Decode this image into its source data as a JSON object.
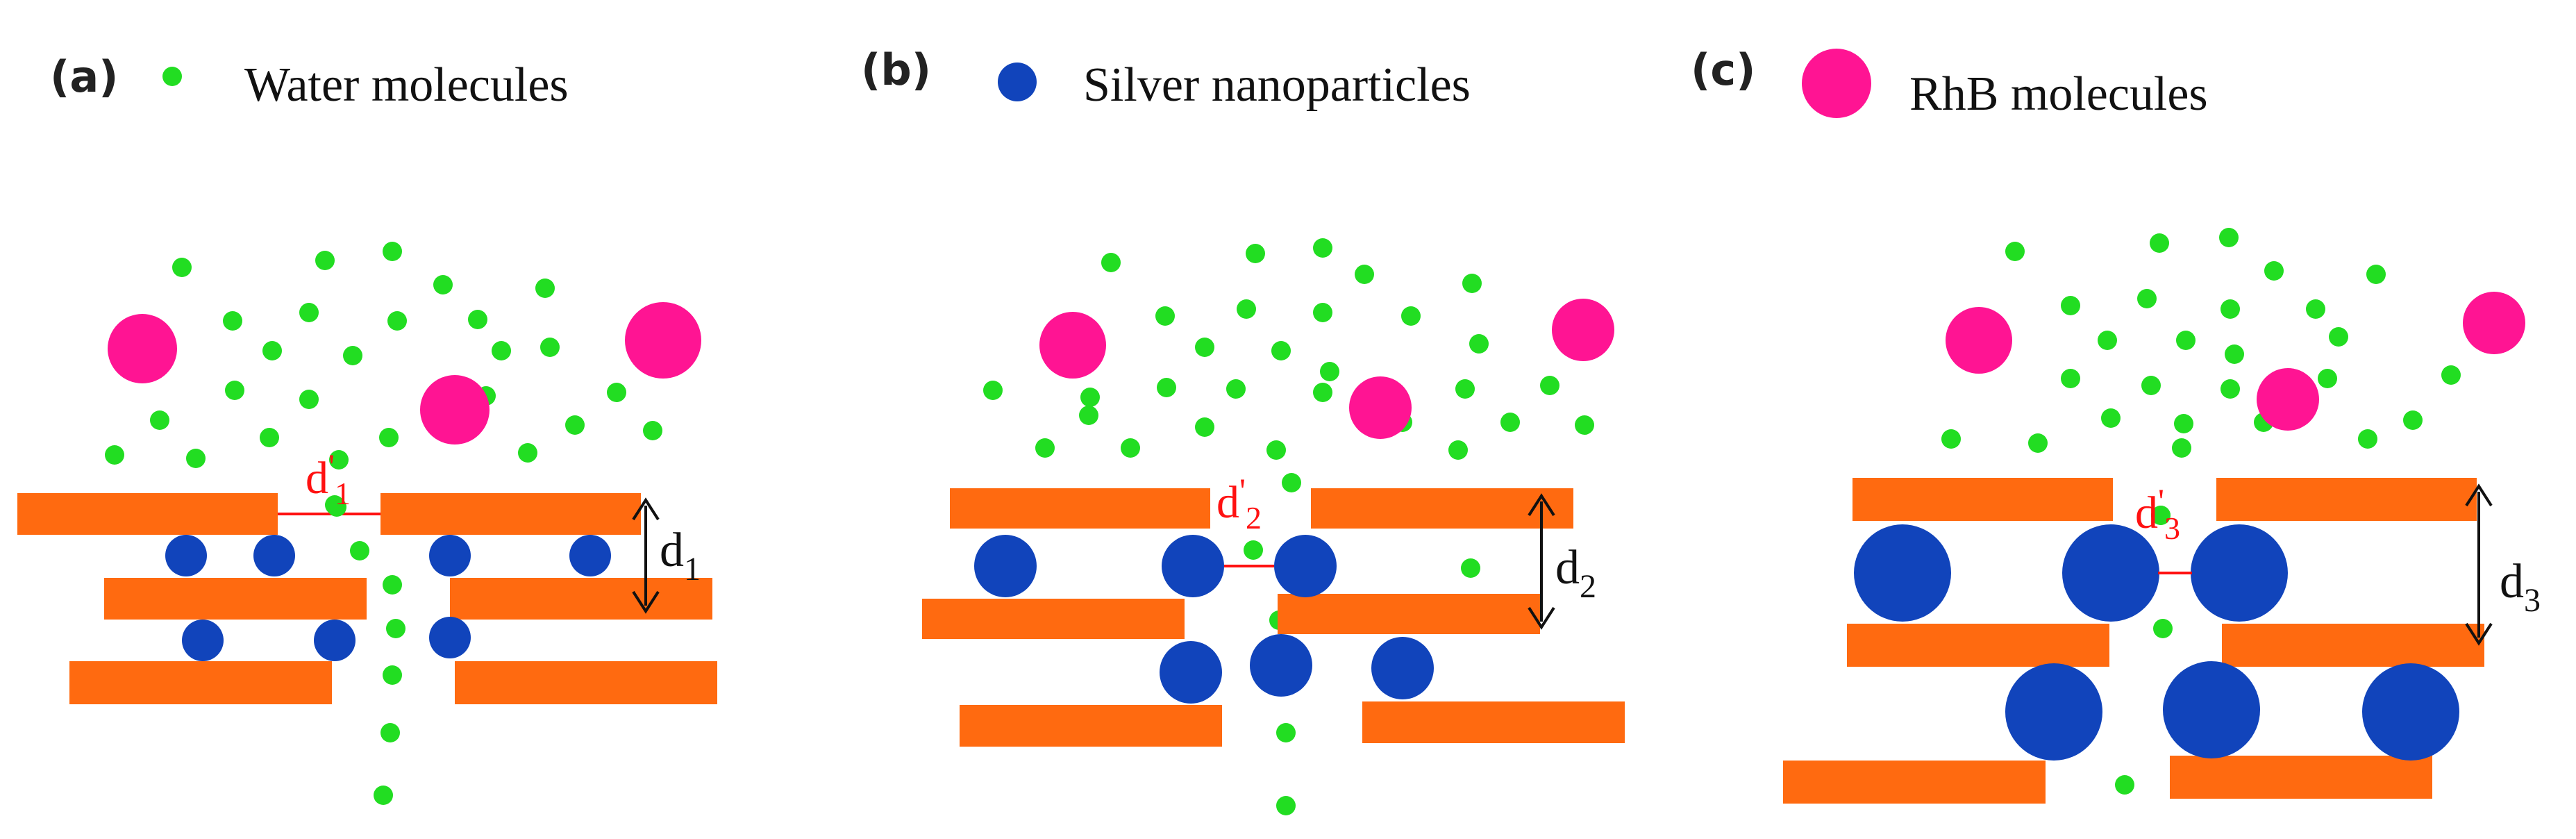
{
  "colors": {
    "water": "#22dd22",
    "silver": "#1144bb",
    "rhb": "#ff1493",
    "layer": "#ff6a10",
    "gap_line": "#ff1111",
    "arrow": "#111111"
  },
  "panels": [
    {
      "label": "(a)",
      "legend": "Water molecules",
      "legend_icon": "water-dot-icon",
      "inner_gap": {
        "base": "d",
        "prime": "'",
        "sub": "1"
      },
      "interlayer": {
        "base": "d",
        "sub": "1"
      }
    },
    {
      "label": "(b)",
      "legend": "Silver nanoparticles",
      "legend_icon": "silver-dot-icon",
      "inner_gap": {
        "base": "d",
        "prime": "'",
        "sub": "2"
      },
      "interlayer": {
        "base": "d",
        "sub": "2"
      }
    },
    {
      "label": "(c)",
      "legend": "RhB molecules",
      "legend_icon": "rhb-dot-icon",
      "inner_gap": {
        "base": "d",
        "prime": "'",
        "sub": "3"
      },
      "interlayer": {
        "base": "d",
        "sub": "3"
      }
    }
  ]
}
